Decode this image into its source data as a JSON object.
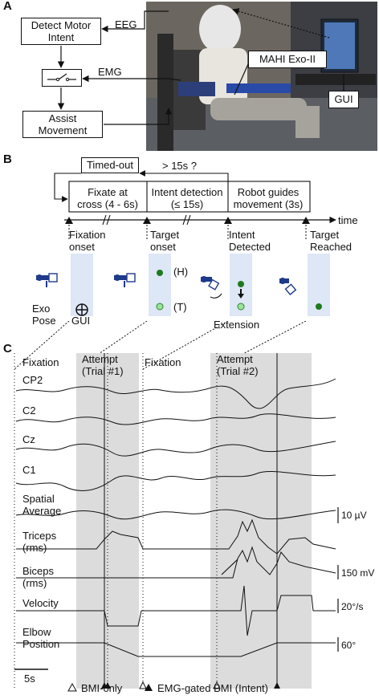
{
  "panel_a": {
    "letter": "A",
    "detect_motor_intent": "Detect Motor\nIntent",
    "eeg_label": "EEG",
    "emg_label": "EMG",
    "assist_movement": "Assist\nMovement",
    "exo_label": "MAHI Exo-II",
    "gui_label": "GUI"
  },
  "panel_b": {
    "letter": "B",
    "timed_out": "Timed-out",
    "condition": "> 15s ?",
    "phase1": "Fixate at\ncross (4 - 6s)",
    "phase2": "Intent detection\n(≤ 15s)",
    "phase3": "Robot guides\nmovement (3s)",
    "time_label": "time",
    "events": [
      "Fixation\nonset",
      "Target\nonset",
      "Intent\nDetected",
      "Target\nReached"
    ],
    "exo_pose": "Exo\nPose",
    "gui": "GUI",
    "head_marker": "(H)",
    "tail_marker": "(T)",
    "extension": "Extension"
  },
  "panel_c": {
    "letter": "C",
    "fixation_1": "Fixation",
    "attempt_1": "Attempt\n(Trial #1)",
    "fixation_2": "Fixation",
    "attempt_2": "Attempt\n(Trial #2)",
    "channels": [
      "CP2",
      "C2",
      "Cz",
      "C1",
      "Spatial\nAverage",
      "Triceps\n(rms)",
      "Biceps\n(rms)",
      "Velocity",
      "Elbow\nPosition"
    ],
    "scales": [
      "10 µV",
      "150 mV",
      "20°/s",
      "60°"
    ],
    "time_scale": "5s",
    "legend_open": "BMI-only",
    "legend_filled": "EMG-gated BMI (Intent)"
  }
}
